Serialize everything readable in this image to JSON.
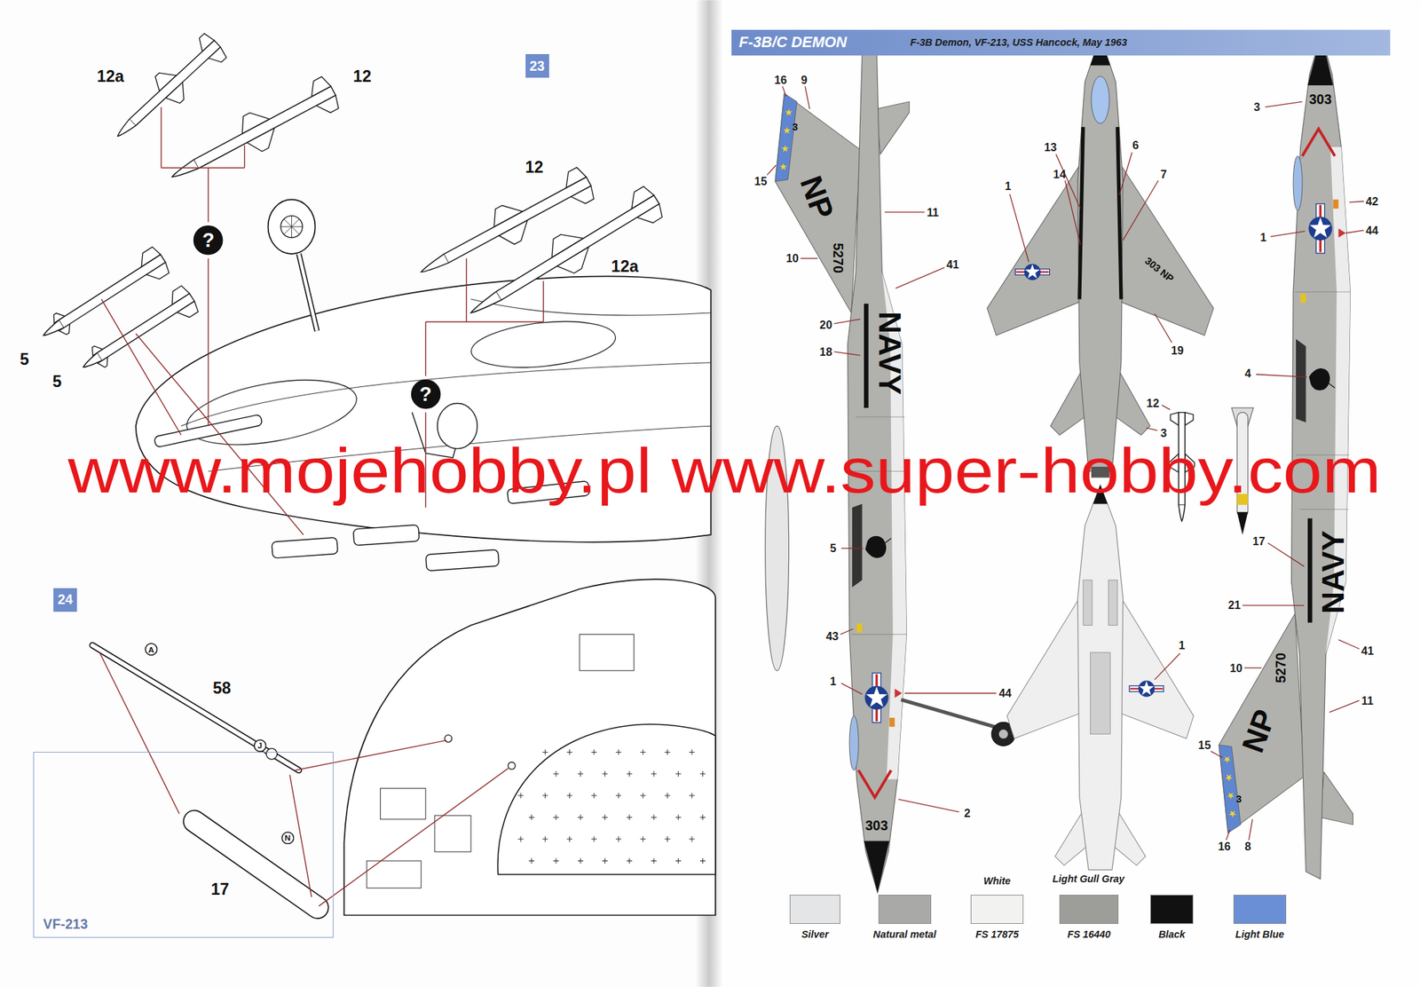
{
  "diagram": {
    "nodes": [
      {
        "text": [
          "23"
        ]
      },
      {
        "text": [
          "?"
        ]
      },
      {
        "text": [
          "?"
        ]
      },
      {
        "text": [
          "24"
        ]
      },
      {
        "text": [
          "A"
        ]
      },
      {
        "text": [
          "J"
        ]
      },
      {
        "text": [
          "VF-213"
        ]
      },
      {
        "text": [
          "N"
        ],
        "in": 6
      },
      {
        "text": [
          "F-3B/C DEMON",
          "F-3B Demon, VF-213, USS Hancock, May 1963"
        ]
      }
    ],
    "labels": [
      "12a",
      "12",
      "12",
      "12a",
      "5",
      "5",
      "58",
      "17",
      "www.mojehobby.pl www.super-hobby.com",
      "White",
      "Light Gull Gray",
      "16",
      "9",
      "15",
      "10",
      "11",
      "41",
      "20",
      "18",
      "5",
      "43",
      "1",
      "44",
      "2",
      "1",
      "13",
      "14",
      "6",
      "7",
      "19",
      "12",
      "3",
      "1",
      "3",
      "42",
      "44",
      "1",
      "4",
      "17",
      "21",
      "41",
      "10",
      "11",
      "15",
      "16",
      "8",
      "NP",
      "3",
      "5270",
      "NAVY",
      "303",
      "303 NP",
      "303",
      "NAVY",
      "5270",
      "NP",
      "3"
    ],
    "legend": [
      {
        "text": "Silver",
        "color": "#e4e5e6"
      },
      {
        "text": "Natural metal",
        "color": "#a9a9a7"
      },
      {
        "text": "FS 17875",
        "color": "#f2f2f0"
      },
      {
        "text": "FS 16440",
        "color": "#9d9e99"
      },
      {
        "text": "Black",
        "color": "#111111"
      },
      {
        "text": "Light Blue",
        "color": "#6a8fd6"
      }
    ]
  }
}
